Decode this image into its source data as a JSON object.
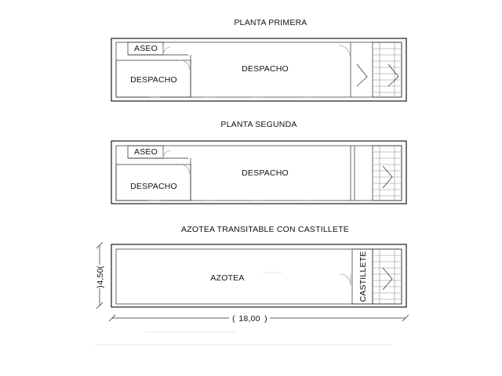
{
  "floors": [
    {
      "title": "PLANTA PRIMERA",
      "rooms": {
        "aseo": "ASEO",
        "despacho_small": "DESPACHO",
        "despacho_main": "DESPACHO"
      }
    },
    {
      "title": "PLANTA SEGUNDA",
      "rooms": {
        "aseo": "ASEO",
        "despacho_small": "DESPACHO",
        "despacho_main": "DESPACHO"
      }
    },
    {
      "title": "AZOTEA TRANSITABLE CON CASTILLETE",
      "rooms": {
        "azotea": "AZOTEA",
        "castillete": "CASTILLETE"
      }
    }
  ],
  "dimensions": {
    "height": "4,50",
    "width": "18,00"
  }
}
